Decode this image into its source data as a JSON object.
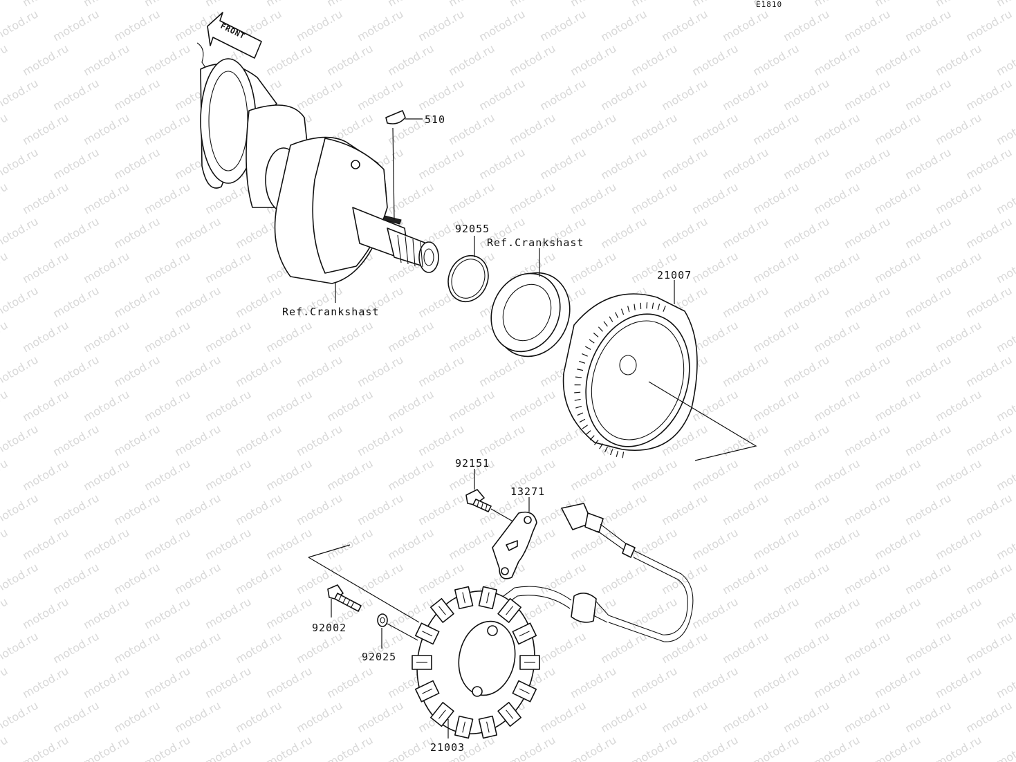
{
  "diagram": {
    "code": "E1810",
    "front_label": "FRONT",
    "watermark": "motod.ru",
    "parts": [
      {
        "id": "crankshaft_ref",
        "label": "Ref.Crankshast"
      },
      {
        "id": "key",
        "label": "510"
      },
      {
        "id": "oring",
        "label": "92055"
      },
      {
        "id": "seal_ref",
        "label": "Ref.Crankshast"
      },
      {
        "id": "rotor",
        "label": "21007"
      },
      {
        "id": "bolt_holder",
        "label": "92151"
      },
      {
        "id": "holder",
        "label": "13271"
      },
      {
        "id": "stator_bolt",
        "label": "92002"
      },
      {
        "id": "washer",
        "label": "92025"
      },
      {
        "id": "stator",
        "label": "21003"
      }
    ]
  }
}
